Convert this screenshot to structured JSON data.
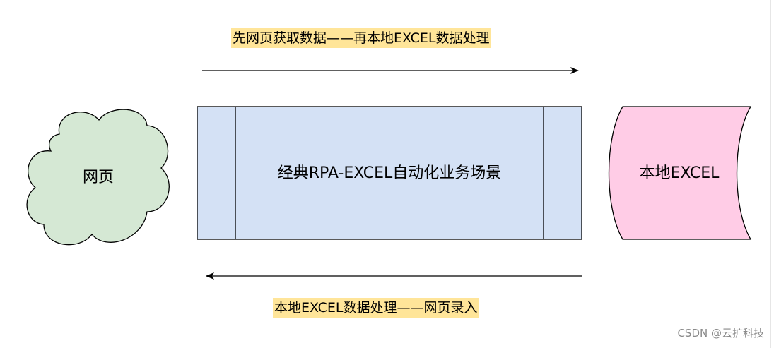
{
  "labels": {
    "top_flow": "先网页获取数据——再本地EXCEL数据处理",
    "bottom_flow": "本地EXCEL数据处理——网页录入"
  },
  "nodes": {
    "web": "网页",
    "process": "经典RPA-EXCEL自动化业务场景",
    "local": "本地EXCEL"
  },
  "watermark": "CSDN @云扩科技",
  "colors": {
    "cloud_fill": "#d5e8d4",
    "process_fill": "#d4e1f5",
    "local_fill": "#ffcce6",
    "highlight": "#ffe599",
    "stroke": "#000000"
  }
}
